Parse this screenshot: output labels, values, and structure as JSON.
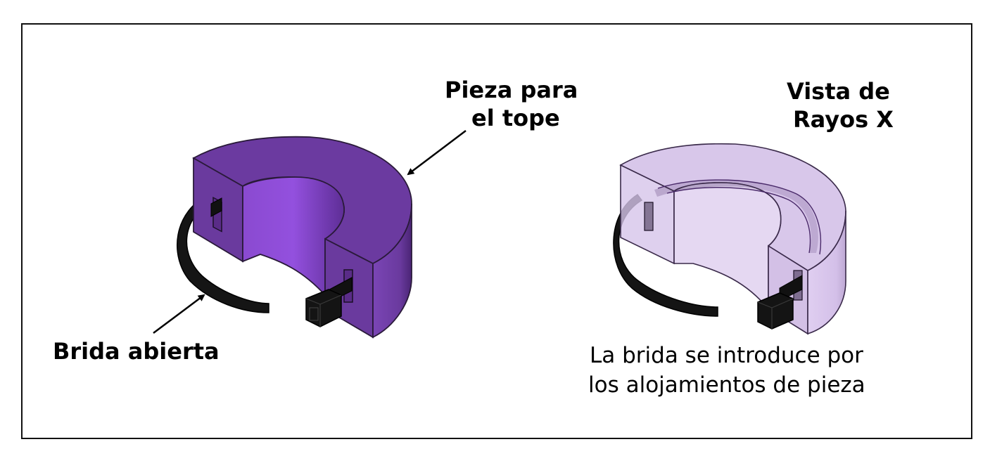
{
  "labels": {
    "piece_line1": "Pieza para",
    "piece_line2": "el tope",
    "strap": "Brida abierta",
    "xray_line1": "Vista de",
    "xray_line2": "Rayos X",
    "caption_line1": "La brida se introduce por",
    "caption_line2": "los alojamientos de pieza"
  },
  "colors": {
    "piece_solid": "#6a3a9e",
    "piece_inner": "#8d4ad8",
    "piece_xray": "#d3bfe7",
    "strap": "#1a1a1a",
    "outline": "#2a1a3a"
  }
}
